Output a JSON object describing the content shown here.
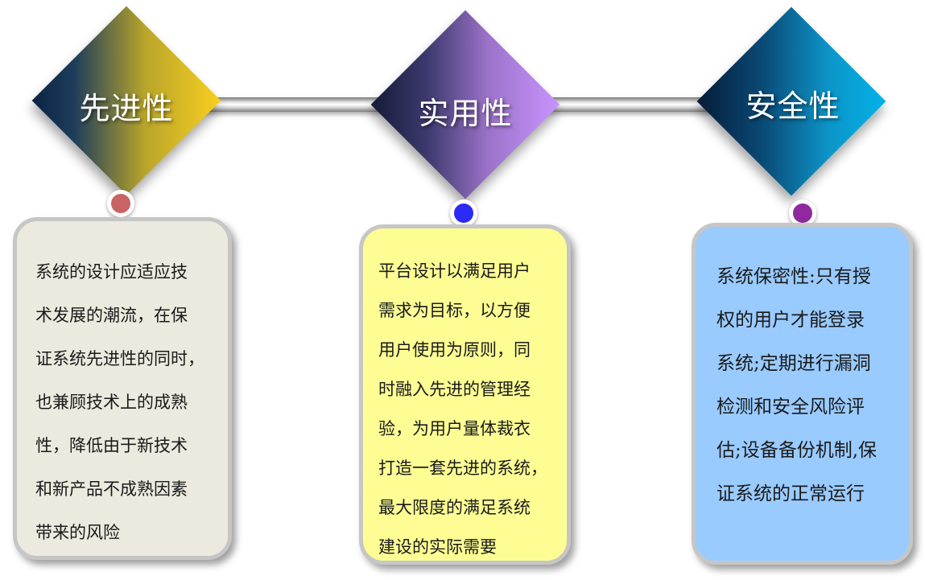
{
  "items": [
    {
      "title": "先进性",
      "dot_color": "#c96464",
      "card_color": "#ece9de",
      "lines": [
        "系统的设计应适应技",
        "术发展的潮流，在保",
        "证系统先进性的同时，",
        "也兼顾技术上的成熟",
        "性，降低由于新技术",
        "和新产品不成熟因素",
        "带来的风险"
      ]
    },
    {
      "title": "实用性",
      "dot_color": "#2b2bf5",
      "card_color": "#fdfd94",
      "lines": [
        "平台设计以满足用户",
        "需求为目标，以方便",
        "用户使用为原则，同",
        "时融入先进的管理经",
        "验，为用户量体裁衣",
        "打造一套先进的系统，",
        "最大限度的满足系统",
        "建设的实际需要"
      ]
    },
    {
      "title": "安全性",
      "dot_color": "#8e2a9e",
      "card_color": "#99cbff",
      "lines": [
        "系统保密性:只有授",
        "权的用户才能登录",
        "系统;定期进行漏洞",
        "检测和安全风险评",
        "估;设备备份机制,保",
        "证系统的正常运行"
      ]
    }
  ]
}
